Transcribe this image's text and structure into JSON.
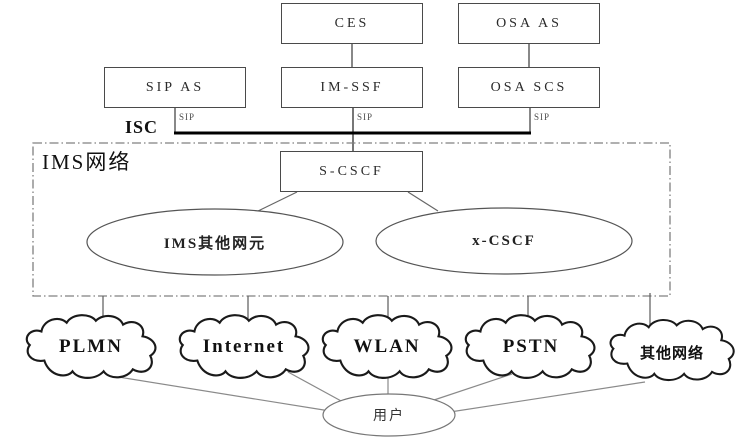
{
  "boxes": {
    "ces": "CES",
    "osa_as": "OSA AS",
    "sip_as": "SIP AS",
    "im_ssf": "IM-SSF",
    "osa_scs": "OSA SCS",
    "s_cscf": "S-CSCF"
  },
  "bus": {
    "isc_label": "ISC",
    "sip_labels": [
      "SIP",
      "SIP",
      "SIP"
    ]
  },
  "ims_region": {
    "label": "IMS网络",
    "ellipses": {
      "left": "IMS其他网元",
      "right": "x-CSCF"
    }
  },
  "networks": [
    {
      "label": "PLMN"
    },
    {
      "label": "Internet"
    },
    {
      "label": "WLAN"
    },
    {
      "label": "PSTN"
    },
    {
      "label": "其他网络"
    }
  ],
  "user": {
    "label": "用户"
  },
  "colors": {
    "line": "#555555",
    "thin_line": "#8a8a8a",
    "bus": "#000000",
    "dash_border": "#808080",
    "cloud_stroke": "#1a1a1a",
    "background": "#ffffff"
  }
}
